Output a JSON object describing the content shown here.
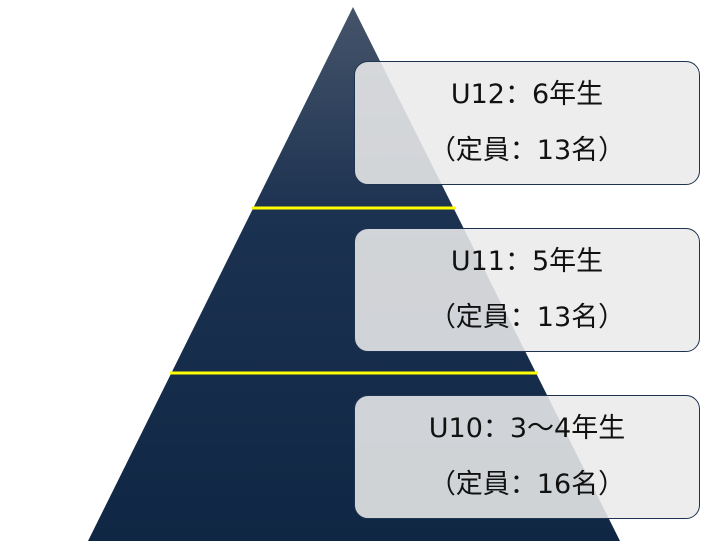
{
  "colors": {
    "pyramid_top": "#45546a",
    "pyramid_bottom": "#0f2744",
    "divider": "#ffff00",
    "box_border": "#1d3350"
  },
  "tiers": [
    {
      "title": "U12：6年生",
      "capacity": "（定員：13名）"
    },
    {
      "title": "U11：5年生",
      "capacity": "（定員：13名）"
    },
    {
      "title": "U10：3～4年生",
      "capacity": "（定員：16名）"
    }
  ]
}
